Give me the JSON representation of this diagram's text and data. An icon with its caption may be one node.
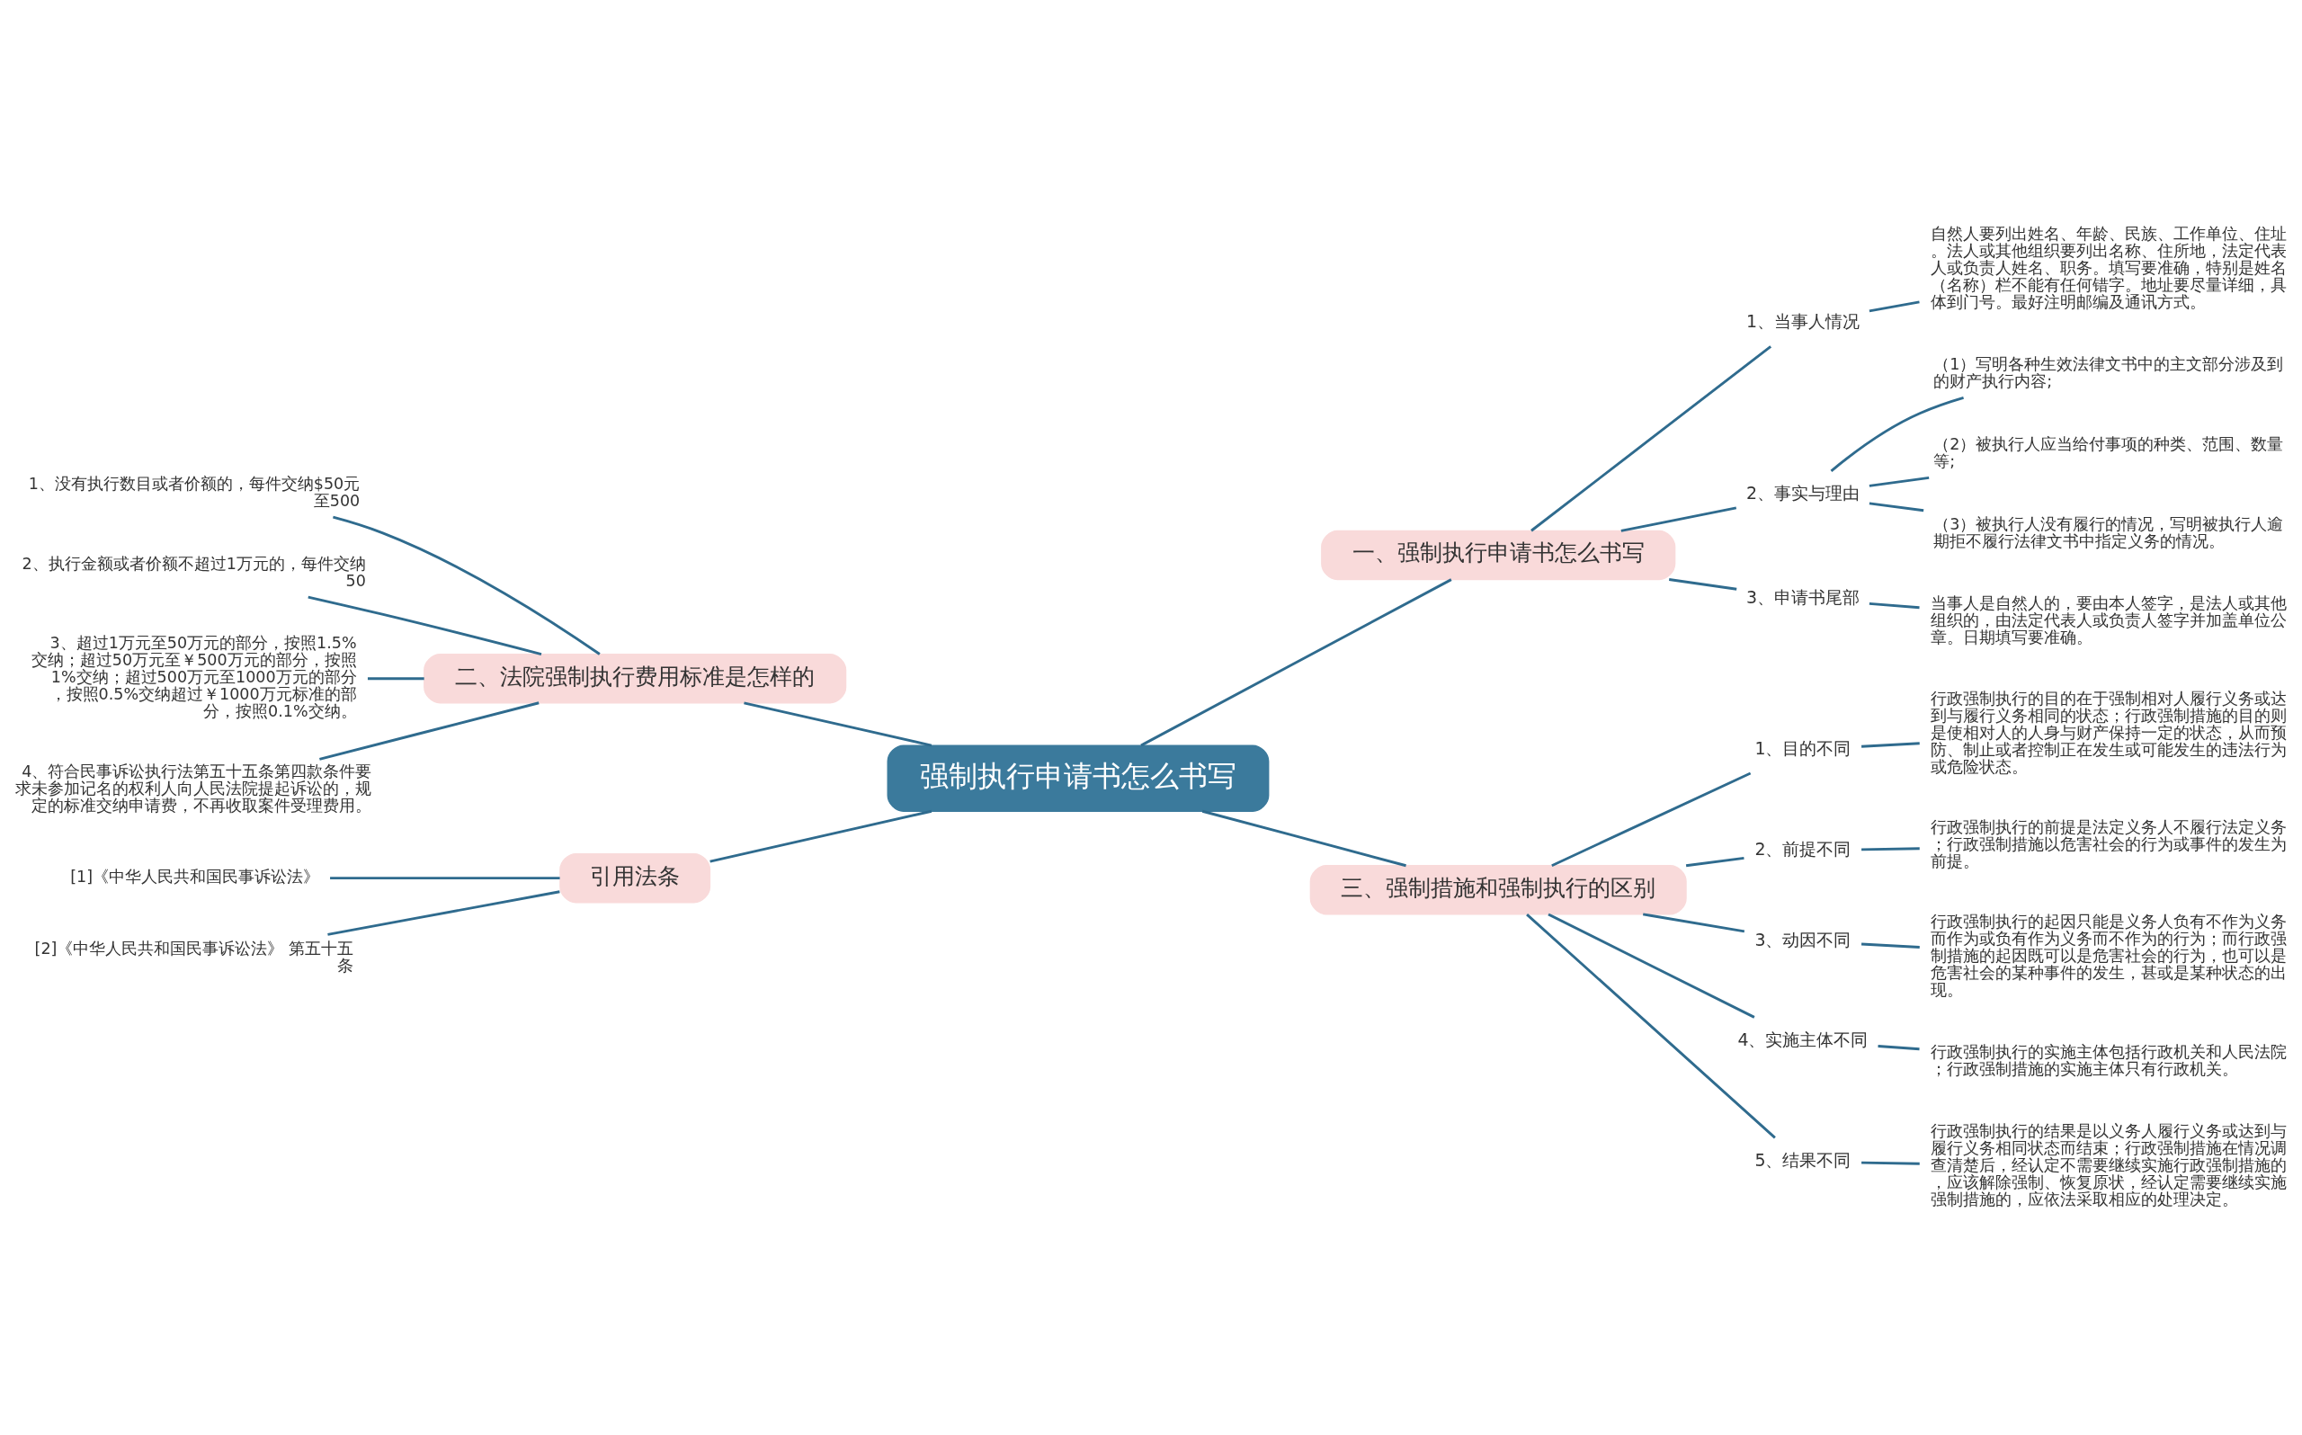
{
  "diagram": {
    "nodes": [
      {
        "text": [
          "强制执行申请书怎么书写"
        ]
      },
      {
        "text": [
          "一、强制执行申请书怎么书写"
        ]
      },
      {
        "text": [
          "1、当事人情况"
        ]
      },
      {
        "text": [
          "自然人要列出姓名、年龄、民族、工作单位、住址。法人或其他组织要列出名称、住所地，法定代表人或负责人姓名、职务。填写要准确，特别是姓名（名称）栏不能有任何错字。地址要尽量详细，具体到门号。最好注明邮编及通讯方式。"
        ]
      },
      {
        "text": [
          "2、事实与理由"
        ]
      },
      {
        "text": [
          "（1）写明各种生效法律文书中的主文部分涉及到的财产执行内容;"
        ]
      },
      {
        "text": [
          "（2）被执行人应当给付事项的种类、范围、数量等;"
        ]
      },
      {
        "text": [
          "（3）被执行人没有履行的情况，写明被执行人逾期拒不履行法律文书中指定义务的情况。"
        ]
      },
      {
        "text": [
          "3、申请书尾部"
        ]
      },
      {
        "text": [
          "当事人是自然人的，要由本人签字，是法人或其他组织的，由法定代表人或负责人签字并加盖单位公章。日期填写要准确。"
        ]
      },
      {
        "text": [
          "二、法院强制执行费用标准是怎样的"
        ]
      },
      {
        "text": [
          "1、没有执行数目或者价额的，每件交纳$50元至500"
        ]
      },
      {
        "text": [
          "2、执行金额或者价额不超过1万元的，每件交纳50"
        ]
      },
      {
        "text": [
          "3、超过1万元至50万元的部分，按照1.5%交纳；超过50万元至￥500万元的部分，按照1%交纳；超过500万元至1000万元的部分，按照0.5%交纳超过￥1000万元标准的部分，按照0.1%交纳。"
        ]
      },
      {
        "text": [
          "4、符合民事诉讼执行法第五十五条第四款条件要求未参加记名的权利人向人民法院提起诉讼的，规定的标准交纳申请费，不再收取案件受理费用。"
        ]
      },
      {
        "text": [
          "引用法条"
        ]
      },
      {
        "text": [
          "[1]《中华人民共和国民事诉讼法》"
        ]
      },
      {
        "text": [
          "[2]《中华人民共和国民事诉讼法》 第五十五条"
        ]
      },
      {
        "text": [
          "三、强制措施和强制执行的区别"
        ]
      },
      {
        "text": [
          "1、目的不同"
        ]
      },
      {
        "text": [
          "行政强制执行的目的在于强制相对人履行义务或达到与履行义务相同的状态；行政强制措施的目的则是使相对人的人身与财产保持一定的状态，从而预防、制止或者控制正在发生或可能发生的违法行为或危险状态。"
        ]
      },
      {
        "text": [
          "2、前提不同"
        ]
      },
      {
        "text": [
          "行政强制执行的前提是法定义务人不履行法定义务；行政强制措施以危害社会的行为或事件的发生为前提。"
        ]
      },
      {
        "text": [
          "3、动因不同"
        ]
      },
      {
        "text": [
          "行政强制执行的起因只能是义务人负有不作为义务而作为或负有作为义务而不作为的行为；而行政强制措施的起因既可以是危害社会的行为，也可以是危害社会的某种事件的发生，甚或是某种状态的出现。"
        ]
      },
      {
        "text": [
          "4、实施主体不同"
        ]
      },
      {
        "text": [
          "行政强制执行的实施主体包括行政机关和人民法院；行政强制措施的实施主体只有行政机关。"
        ]
      },
      {
        "text": [
          "5、结果不同"
        ]
      },
      {
        "text": [
          "行政强制执行的结果是以义务人履行义务或达到与履行义务相同状态而结束；行政强制措施在情况调查清楚后，经认定不需要继续实施行政强制措施的，应该解除强制、恢复原状，经认定需要继续实施强制措施的，应依法采取相应的处理决定。"
        ]
      }
    ],
    "edges": [
      {
        "from": 0,
        "to": 1,
        "arrow": "none"
      },
      {
        "from": 1,
        "to": 2,
        "arrow": "none"
      },
      {
        "from": 2,
        "to": 3,
        "arrow": "none"
      },
      {
        "from": 1,
        "to": 4,
        "arrow": "none"
      },
      {
        "from": 4,
        "to": 5,
        "arrow": "none"
      },
      {
        "from": 4,
        "to": 6,
        "arrow": "none"
      },
      {
        "from": 4,
        "to": 7,
        "arrow": "none"
      },
      {
        "from": 1,
        "to": 8,
        "arrow": "none"
      },
      {
        "from": 8,
        "to": 9,
        "arrow": "none"
      },
      {
        "from": 0,
        "to": 10,
        "arrow": "none"
      },
      {
        "from": 10,
        "to": 11,
        "arrow": "none"
      },
      {
        "from": 10,
        "to": 12,
        "arrow": "none"
      },
      {
        "from": 10,
        "to": 13,
        "arrow": "none"
      },
      {
        "from": 10,
        "to": 14,
        "arrow": "none"
      },
      {
        "from": 0,
        "to": 15,
        "arrow": "none"
      },
      {
        "from": 15,
        "to": 16,
        "arrow": "none"
      },
      {
        "from": 15,
        "to": 17,
        "arrow": "none"
      },
      {
        "from": 0,
        "to": 18,
        "arrow": "none"
      },
      {
        "from": 18,
        "to": 19,
        "arrow": "none"
      },
      {
        "from": 19,
        "to": 20,
        "arrow": "none"
      },
      {
        "from": 18,
        "to": 21,
        "arrow": "none"
      },
      {
        "from": 21,
        "to": 22,
        "arrow": "none"
      },
      {
        "from": 18,
        "to": 23,
        "arrow": "none"
      },
      {
        "from": 23,
        "to": 24,
        "arrow": "none"
      },
      {
        "from": 18,
        "to": 25,
        "arrow": "none"
      },
      {
        "from": 25,
        "to": 26,
        "arrow": "none"
      },
      {
        "from": 18,
        "to": 27,
        "arrow": "none"
      },
      {
        "from": 27,
        "to": 28,
        "arrow": "none"
      }
    ]
  }
}
